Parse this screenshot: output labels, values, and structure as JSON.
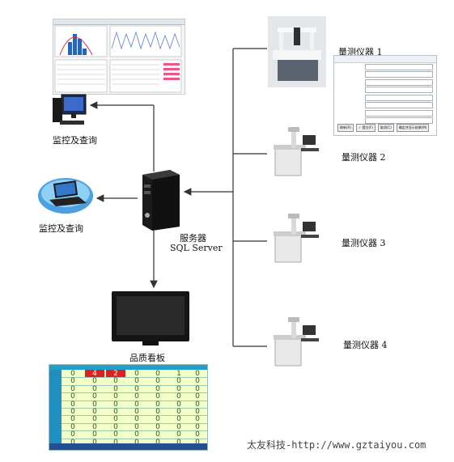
{
  "diagram": {
    "server_label_line1": "服务器",
    "server_label_line2": "SQL Server",
    "monitor_label_top": "监控及查询",
    "monitor_label_laptop": "监控及查询",
    "board_label": "品质看板",
    "instruments": [
      {
        "label": "量测仪器 1"
      },
      {
        "label": "量测仪器 2"
      },
      {
        "label": "量测仪器 3"
      },
      {
        "label": "量测仪器 4"
      }
    ],
    "footer_text": "太友科技-http://www.gztaiyou.com"
  },
  "icons": [
    "desktop-pc-icon",
    "laptop-icon",
    "server-tower-icon",
    "monitor-tv-icon",
    "measuring-machine-icon"
  ],
  "form_panel": {
    "buttons": [
      "刷新(R)",
      "✓ 提交(F)",
      "取消(C)",
      "确定并显示结果(M)"
    ]
  },
  "quality_board": {
    "values": [
      [
        "0",
        "4",
        "2",
        "0",
        "0",
        "1",
        "0"
      ],
      [
        "0",
        "0",
        "0",
        "0",
        "0",
        "0",
        "0"
      ],
      [
        "0",
        "0",
        "0",
        "0",
        "0",
        "0",
        "0"
      ],
      [
        "0",
        "0",
        "0",
        "0",
        "0",
        "0",
        "0"
      ],
      [
        "0",
        "0",
        "0",
        "0",
        "0",
        "0",
        "0"
      ],
      [
        "0",
        "0",
        "0",
        "0",
        "0",
        "0",
        "0"
      ],
      [
        "0",
        "0",
        "0",
        "0",
        "0",
        "0",
        "0"
      ],
      [
        "0",
        "0",
        "0",
        "0",
        "0",
        "0",
        "0"
      ],
      [
        "0",
        "0",
        "0",
        "0",
        "0",
        "0",
        "0"
      ],
      [
        "0",
        "0",
        "0",
        "0",
        "0",
        "0",
        "0"
      ]
    ]
  },
  "colors": {
    "line": "#333333",
    "board_bg": "#f2ffc6",
    "board_accent": "#1e8fc0",
    "alert": "#e02020"
  }
}
